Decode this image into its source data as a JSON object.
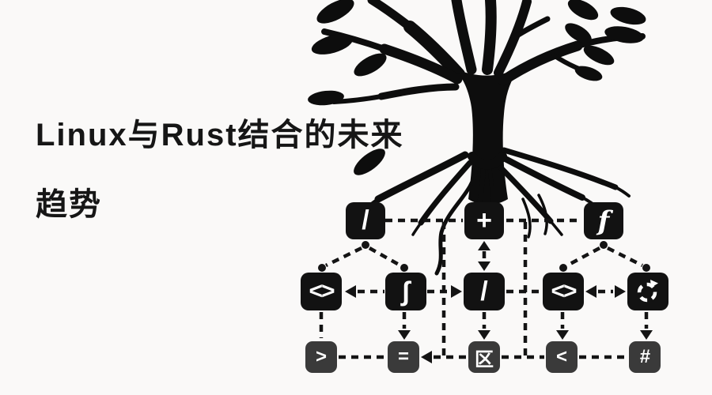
{
  "page": {
    "background": "#faf9f8"
  },
  "title": {
    "line1": "Linux与Rust结合的未来",
    "line2": "趋势",
    "color": "#161616"
  },
  "illustration": {
    "name": "black-tree-silhouette-with-roots",
    "description": "black silhouette tree with branches, leaves and roots growing down into the node diagram",
    "ink_color": "#0d0d0d"
  },
  "diagram": {
    "colors": {
      "node_dark": "#121212",
      "node_gray": "#3a3a3a",
      "glyph": "#ffffff",
      "line": "#141414"
    },
    "line_style": "dashed",
    "row1": {
      "nodes": [
        {
          "glyph": "/"
        },
        {
          "glyph": "+"
        },
        {
          "glyph": "f"
        }
      ]
    },
    "row2": {
      "nodes": [
        {
          "glyph": "<>"
        },
        {
          "glyph": "∫"
        },
        {
          "glyph": "/"
        },
        {
          "glyph": "<>"
        },
        {
          "glyph": "",
          "icon": "cycle-refresh-icon"
        }
      ]
    },
    "row3": {
      "nodes": [
        {
          "glyph": ">"
        },
        {
          "glyph": "="
        },
        {
          "glyph": "区"
        },
        {
          "glyph": "<"
        },
        {
          "glyph": "#"
        }
      ]
    }
  }
}
